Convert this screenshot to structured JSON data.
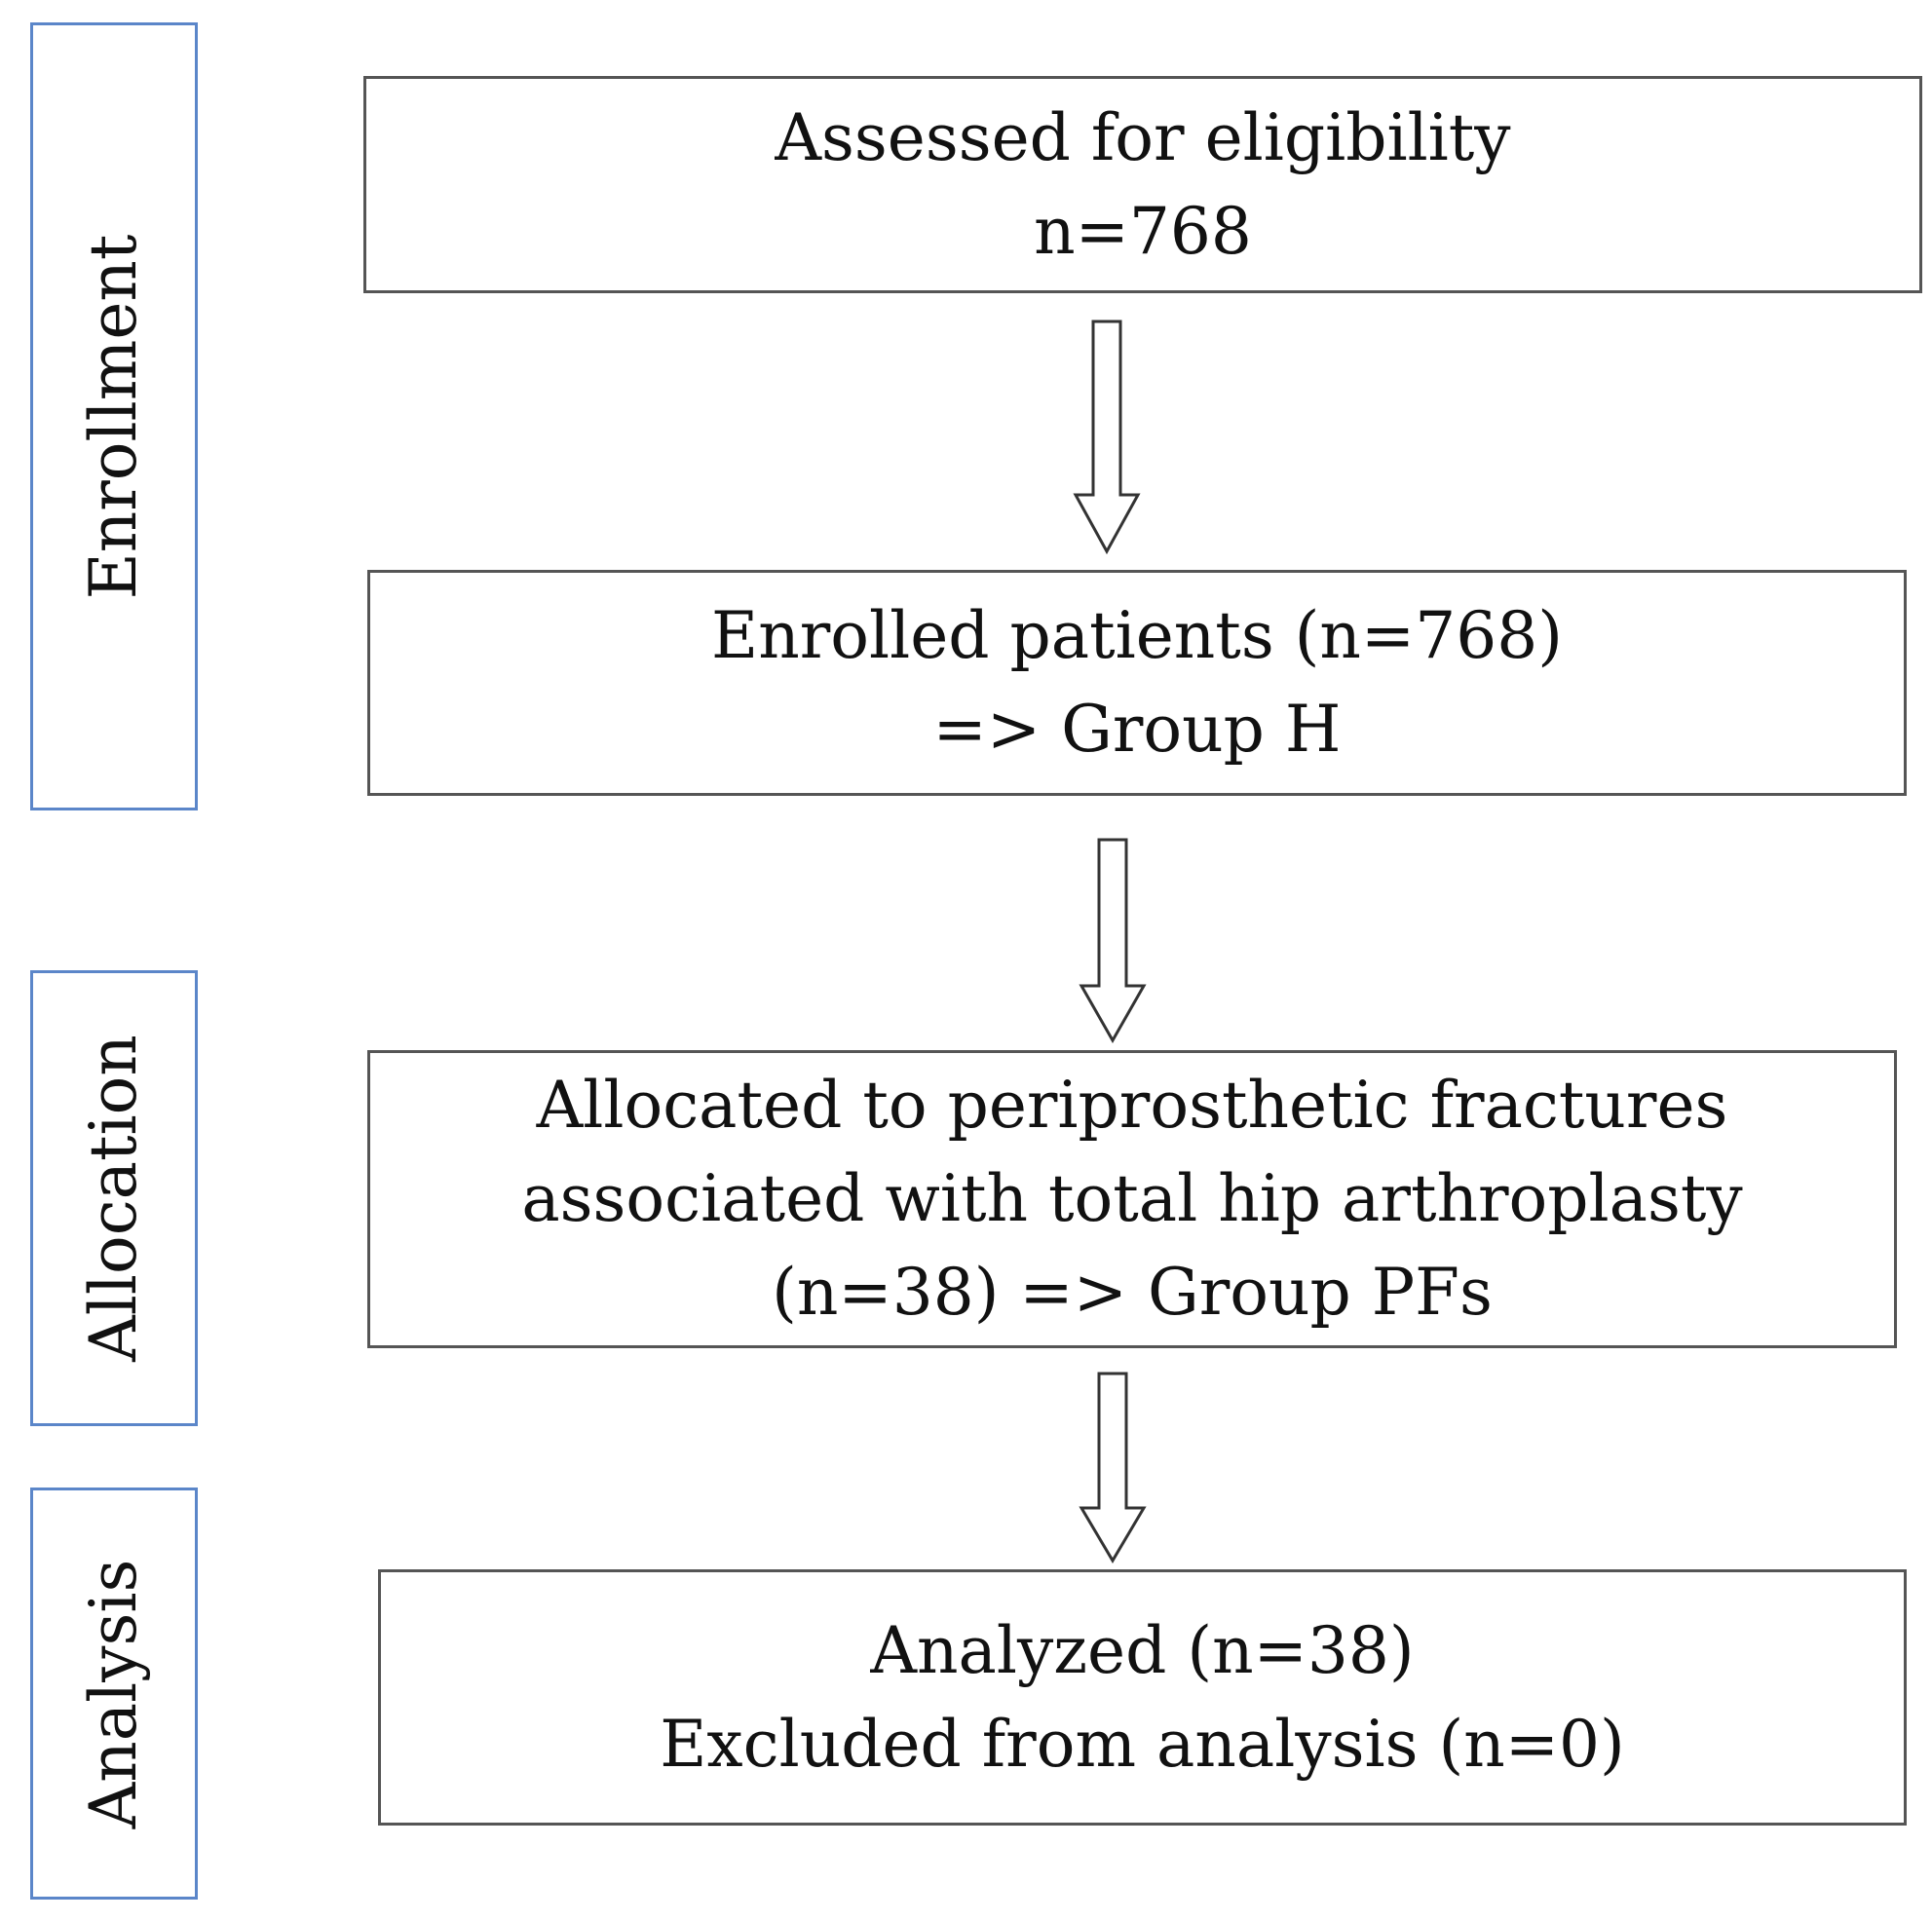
{
  "stages": {
    "enrollment": "Enrollment",
    "allocation": "Allocation",
    "analysis": "Analysis"
  },
  "boxes": {
    "assessed": {
      "line1": "Assessed for eligibility",
      "line2": "n=768"
    },
    "enrolled": {
      "line1": "Enrolled patients (n=768)",
      "line2": "=> Group H"
    },
    "allocated": {
      "line1": "Allocated to periprosthetic fractures",
      "line2": "associated with total hip arthroplasty",
      "line3": "(n=38) => Group PFs"
    },
    "analyzed": {
      "line1": "Analyzed (n=38)",
      "line2": "Excluded from analysis (n=0)"
    }
  },
  "colors": {
    "stage_border": "#5b86c9",
    "box_border": "#555555",
    "arrow_stroke": "#333333",
    "text": "#111111"
  }
}
